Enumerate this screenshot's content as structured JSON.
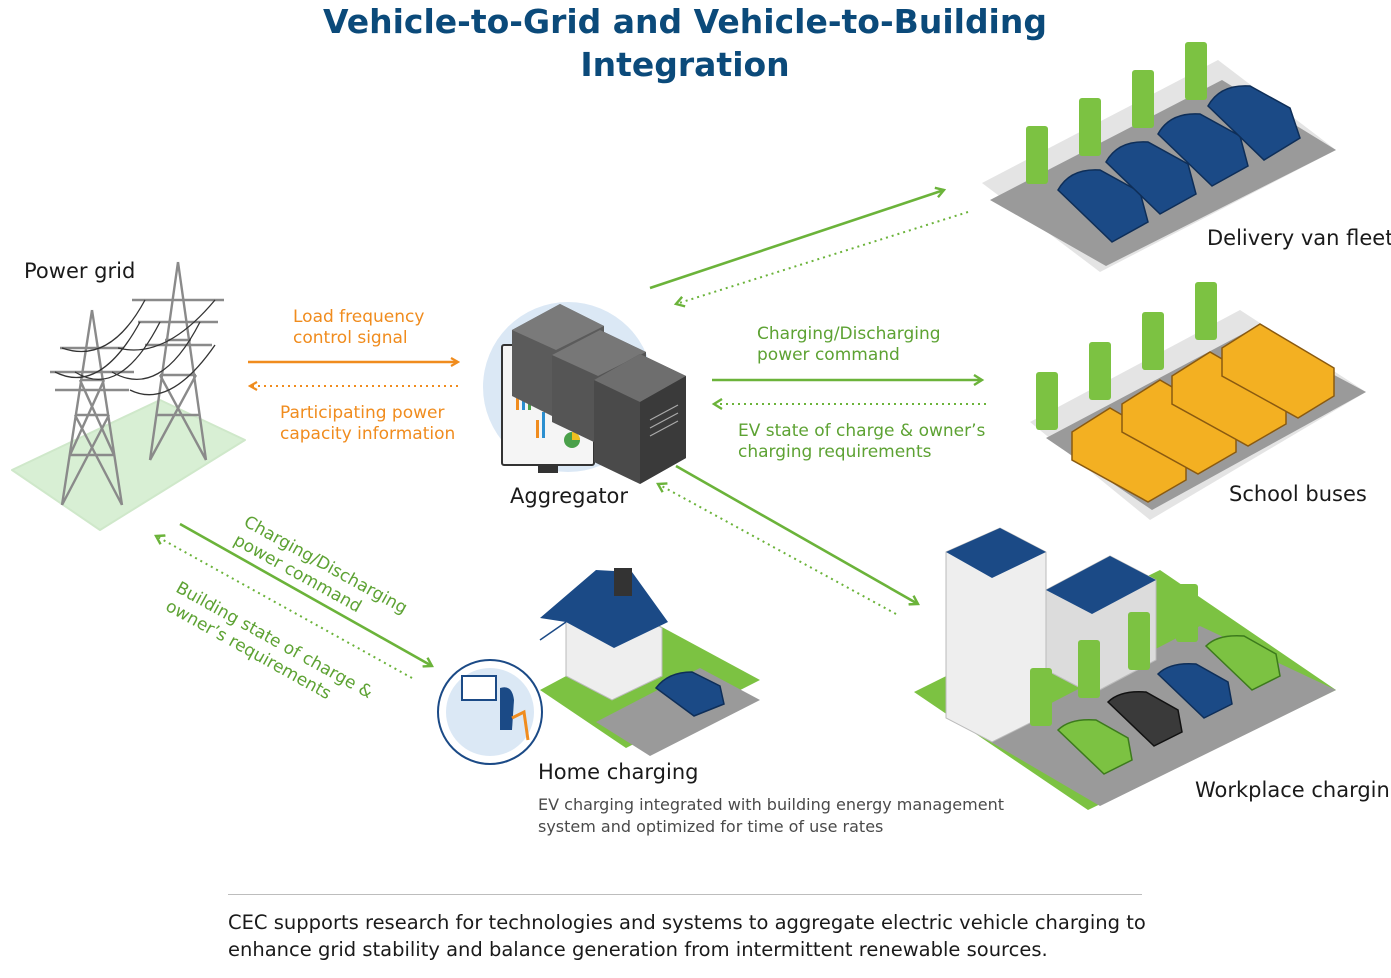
{
  "title": {
    "line1": "Vehicle-to-Grid and Vehicle-to-Building",
    "line2": "Integration"
  },
  "nodes": {
    "power_grid": "Power grid",
    "aggregator": "Aggregator",
    "delivery_fleet": "Delivery van fleet",
    "school_buses": "School buses",
    "workplace": "Workplace charging",
    "home": "Home charging",
    "home_desc_line1": "EV charging integrated with building energy management",
    "home_desc_line2": "system and optimized for time of use rates"
  },
  "flows": {
    "grid_to_agg_line1": "Load frequency",
    "grid_to_agg_line2": "control signal",
    "agg_to_grid_line1": "Participating power",
    "agg_to_grid_line2": "capacity information",
    "agg_to_fleet_line1": "Charging/Discharging",
    "agg_to_fleet_line2": "power command",
    "fleet_to_agg_line1": "EV state of charge & owner’s",
    "fleet_to_agg_line2": "charging requirements",
    "grid_to_home_line1": "Charging/Discharging",
    "grid_to_home_line2": "power command",
    "home_to_grid_line1": "Building state of charge &",
    "home_to_grid_line2": "owner’s requirements"
  },
  "footer": {
    "line1": "CEC supports research for technologies and systems to aggregate electric vehicle charging to",
    "line2": "enhance grid stability and balance generation from intermittent renewable sources."
  },
  "colors": {
    "title": "#0b4a7a",
    "orange": "#f08c1e",
    "green": "#6bb33a",
    "car_blue": "#1b4a86",
    "bus_yellow": "#f3b022",
    "grass": "#7cc242"
  }
}
